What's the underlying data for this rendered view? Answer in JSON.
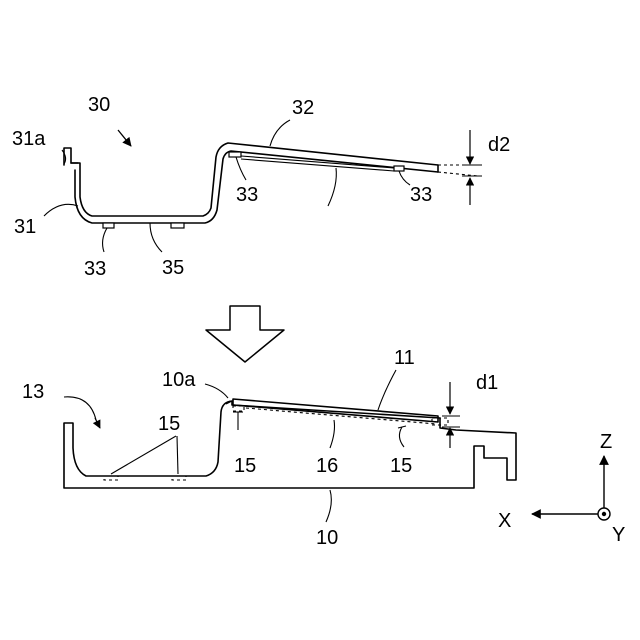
{
  "labels": {
    "part_30": "30",
    "part_31a": "31a",
    "part_31": "31",
    "part_32": "32",
    "part_33_a": "33",
    "part_33_b": "33",
    "part_33_c": "33",
    "part_35": "35",
    "gap_d2": "d2",
    "part_13": "13",
    "part_10a": "10a",
    "part_11": "11",
    "gap_d1": "d1",
    "part_15_a": "15",
    "part_15_b": "15",
    "part_15_c": "15",
    "part_16": "16",
    "part_10": "10",
    "axis_z": "Z",
    "axis_x": "X",
    "axis_y": "Y"
  }
}
